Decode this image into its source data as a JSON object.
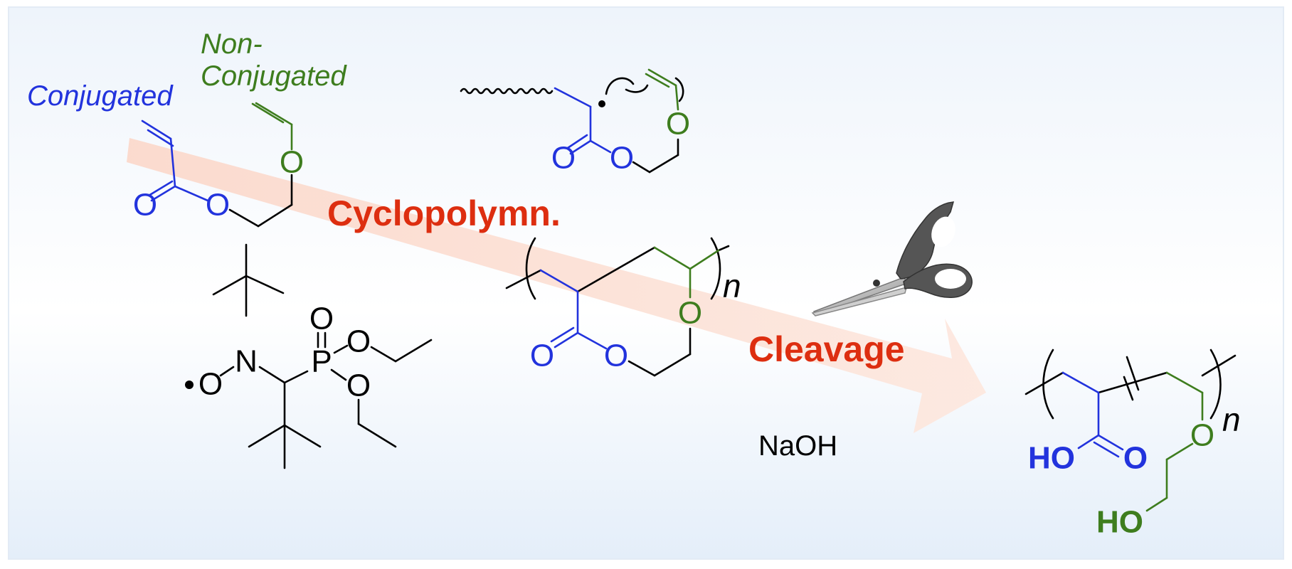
{
  "colors": {
    "conjugated": "#2233dd",
    "non_conjugated": "#3e7d1e",
    "black": "#000000",
    "reaction_red": "#dd2e10",
    "arrow_fill": "#fbe4da",
    "background_top": "#eef4fb",
    "background_bottom": "#e4eef9"
  },
  "labels": {
    "conjugated": "Conjugated",
    "non_conjugated_line1": "Non-",
    "non_conjugated_line2": "Conjugated",
    "cyclopolymerization": "Cyclopolymn.",
    "cleavage": "Cleavage",
    "reagent": "NaOH",
    "repeat_unit_middle": "n",
    "repeat_unit_product": "n"
  },
  "atoms": {
    "oxygen": "O",
    "nitrogen": "N",
    "phosphorus": "P",
    "hydroxyl": "HO"
  },
  "icons": {
    "scissors": "scissors-icon",
    "process_arrow": "right-arrow-icon"
  }
}
